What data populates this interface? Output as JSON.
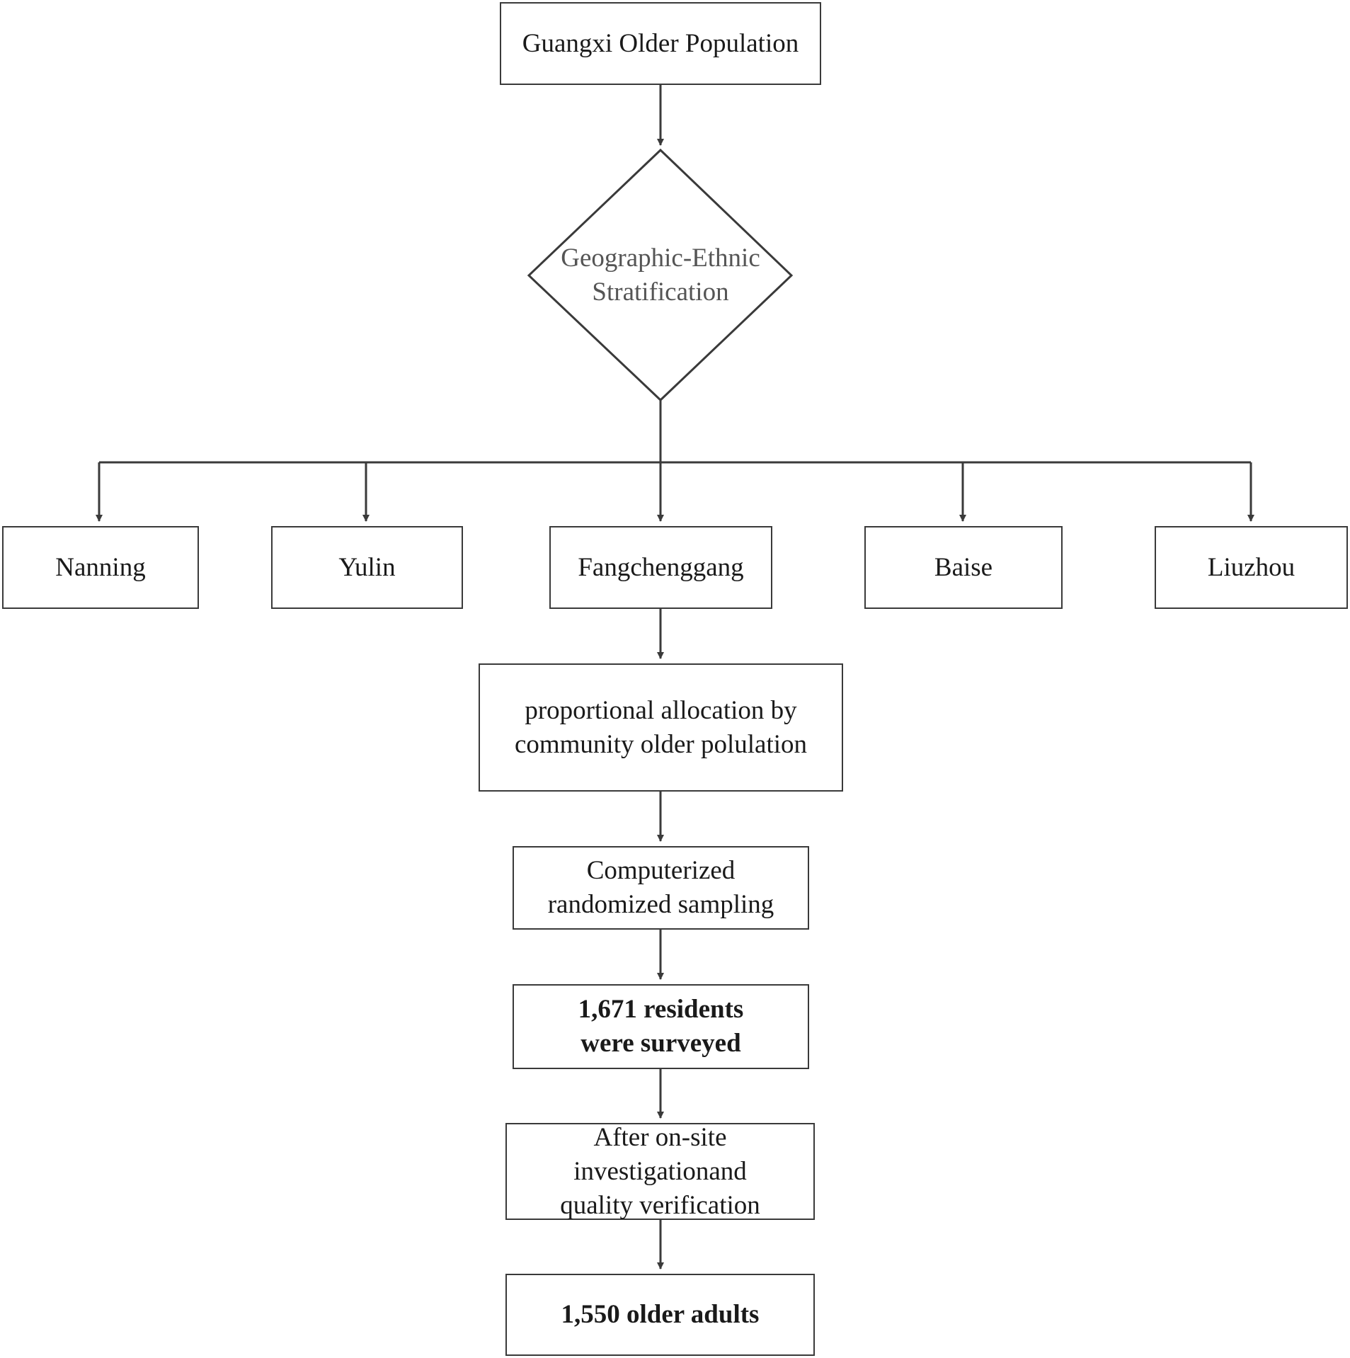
{
  "nodes": {
    "root": "Guangxi Older Population",
    "stratification": "Geographic-Ethnic Stratification",
    "cities": [
      "Nanning",
      "Yulin",
      "Fangchenggang",
      "Baise",
      "Liuzhou"
    ],
    "allocation": "proportional allocation by community older polulation",
    "sampling": "Computerized randomized sampling",
    "surveyed": "1,671 residents were surveyed",
    "verification": "After on-site investigationand quality verification",
    "final": "1,550 older adults"
  },
  "colors": {
    "line": "#3a3a3a",
    "diamond_text": "#555555"
  }
}
